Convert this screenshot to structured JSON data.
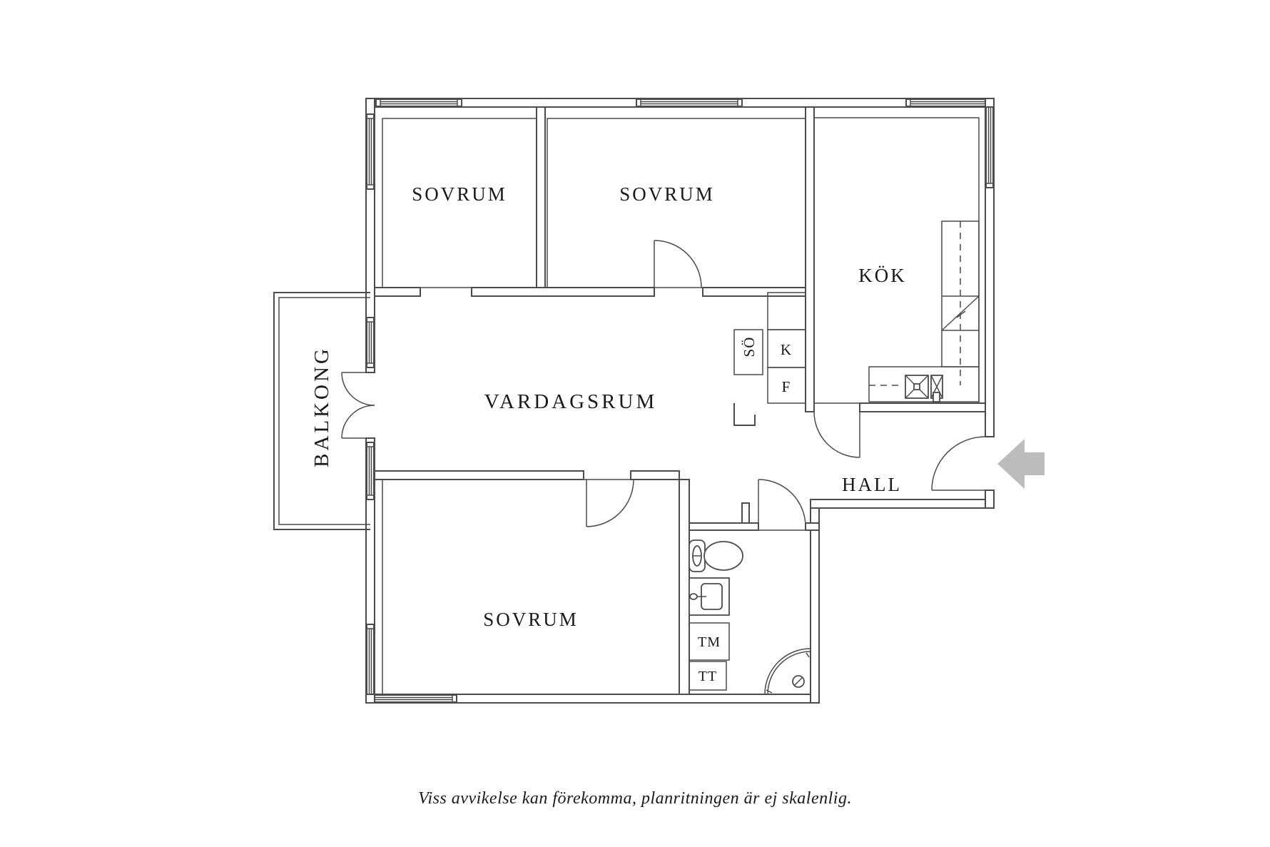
{
  "plan": {
    "rooms": {
      "bedroom1": "SOVRUM",
      "bedroom2": "SOVRUM",
      "bedroom3": "SOVRUM",
      "living": "VARDAGSRUM",
      "kitchen": "KÖK",
      "hall": "HALL",
      "balcony": "BALKONG"
    },
    "appliances": {
      "so": "SÖ",
      "fridge": "K",
      "freezer": "F",
      "washer": "TM",
      "dryer": "TT"
    },
    "caption": "Viss avvikelse kan förekomma, planritningen är ej skalenlig.",
    "colors": {
      "line": "#4a4c4e",
      "arrow": "#bcbcbc",
      "text": "#1a1a1a",
      "background": "#ffffff"
    }
  }
}
